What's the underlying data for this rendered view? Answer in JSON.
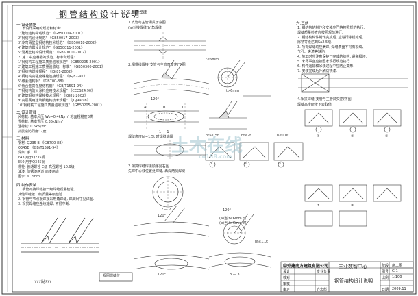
{
  "page": {
    "title": "钢管结构设计说明",
    "watermark_main": "土木在线",
    "watermark_url": "co188.com"
  },
  "left": {
    "h1": "一.设计依据",
    "list1": [
      "1. 本设计采用的规范和标准:",
      "  1\"建筑结构荷载规范\"        《GB50009-2001》",
      "  2\"钢结构设计规范\"          《GB50017-2003》",
      "  3\"冷弯薄壁型钢结构技术规范\"  《GB50018-2002》",
      "  4\"建筑抗震设计规范\"        《GB50011-2001》",
      "  5\"混凝土结构设计规范\"      《GB50010-2002》",
      "2. 施工中应遵循的规范、标准和规程:"
    ],
    "list2": [
      "  1\"钢结构工程施工质量验收规范\"   《GB50205-2001》",
      "  2\"建筑工程施工质量验收统一标准\" 《GB50300-2001》",
      "  3\"钢结构焊接规程\"             《JGJ81-2002》",
      "  4\"钢结构高强度螺栓连接规程\"   《JGJ82-91》",
      "  5\"碳素结构钢\"                 《GB700-88》",
      "  6\"低合金高强度结构钢\"         《GB/T1591-94》",
      "  7\"钢结构防火涂料应用技术规程\" 《CECS24:90》",
      "  8\"建筑钢结构焊接技术规程\"     《JGJ81-2002》",
      "  9\"高层民用建筑钢结构技术规程\" 《JGJ99-98》",
      "  10\"钢结构工程施工质量验收规范\" 《GB50205-2001》"
    ],
    "h2": "二.设计荷载",
    "list3": [
      "风荷载: 基本风压 Wo=0.4kN/m²  地面粗糙度B类",
      "雪荷载: 基本雪压 0.35kN/m²",
      "活荷载: 0.5kN/m²",
      "抗震设防烈度: 7度"
    ],
    "h3": "三.材料",
    "list4": [
      "钢材: Q235-B      《GB700-88》",
      "      Q345B      《GB/T1591-94》",
      "焊条: 手工焊",
      "  E43  用于Q235钢",
      "  E50  用于Q345钢",
      "螺栓: 普通螺栓 C级  高强螺栓 10.9级",
      "油漆: 防锈漆两道 面漆两道",
      "图示: ≥ 2mm"
    ],
    "h4": "四.制作安装",
    "list5": [
      "1. 钢管对接焊缝按一级焊缝质量检验,",
      "   其他焊缝按二级质量等级检验.",
      "2. 钢管与节点板焊接采用角焊缝, 焊脚尺寸见详图.",
      "3. 相贯焊缝应连续施焊, 不得中断."
    ]
  },
  "middle": {
    "h1": "五.相贯焊缝",
    "note1": "1.支管与主管相贯示意图",
    "note2": "(a)对接焊缝(b)角焊缝",
    "note3": "2.相贯线焊接(支管与主管直交)按下图",
    "note4": "(a)当 t≤6mm 时",
    "note5": "(b)当 t>6mm 时",
    "labels": [
      "A",
      "B",
      "C",
      "1 — 1",
      "2 — 2",
      "3 — 3"
    ],
    "note6": "焊缝高度hf=1.5t 时焊缝满焊",
    "note7": "3.相贯焊缝焊接顺序见右图",
    "note8": "先焊中心线位置处焊缝, 再焊两侧焊缝",
    "circle_labels": [
      "①",
      "②",
      "③",
      "④",
      "⑤",
      "⑥",
      "⑦",
      "⑧"
    ],
    "angles": [
      "120°",
      "120°",
      "120°",
      "120°"
    ],
    "dims": [
      "t≤6mm",
      "t>6mm",
      "hf≥1.5t",
      "hf≤2t",
      "h≤1.0t",
      "hf≤1.0t"
    ]
  },
  "right": {
    "h1": "六.其他",
    "list1": [
      "1. 钢结构的制作和安装应严格按照规范执行,",
      "   焊缝质量检查应按照规范进行.",
      "2. 钢结构构件制作完成后, 应进行除锈处理,",
      "   除锈等级达到Sa2.5级.",
      "3. 所有焊缝均应满焊, 焊缝表面不得有裂纹、",
      "   气孔、夹渣等缺陷.",
      "4. 施工时应注意保护已完成的结构, 避免损坏.",
      "5. 未尽事宜应按国家现行规范执行.",
      "6. 构件运输和吊装过程中应防止变形.",
      "7. 安装完成后补刷防锈漆."
    ],
    "note2": "4.相贯焊缝(支管与主管斜交)按下图:",
    "note3": "焊缝高度hf按下表取值"
  },
  "titleblock": {
    "company": "中外建南方建筑有限公司",
    "project": "三亚数智中心",
    "drawing": "钢管结构设计说明",
    "labels": [
      "设计",
      "校对",
      "审核",
      "审定",
      "专业负责",
      "图号",
      "比例",
      "日期"
    ],
    "values": [
      "",
      "",
      "",
      "方宏彪",
      "",
      "G-1",
      "1:100",
      "2009.11"
    ],
    "stage_label": "阶段",
    "stage_value": "施工图"
  },
  "bottom": {
    "stamp": "???说???",
    "label": "视图焊缝位"
  }
}
